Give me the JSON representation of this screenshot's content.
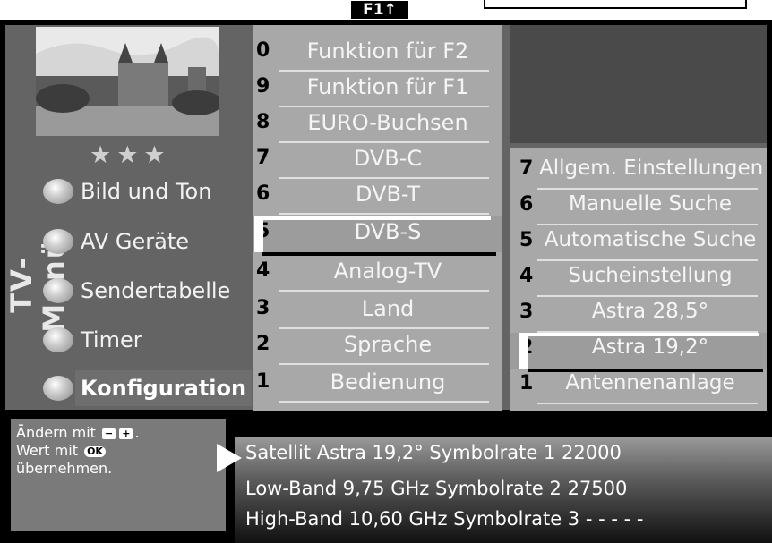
{
  "header": {
    "f1_label": "F1↑"
  },
  "thumbnail": {
    "stars": "★★★"
  },
  "side_menu": {
    "title": "TV-Menü",
    "items": [
      {
        "label": "Bild und Ton"
      },
      {
        "label": "AV Geräte"
      },
      {
        "label": "Sendertabelle"
      },
      {
        "label": "Timer"
      },
      {
        "label": "Konfiguration",
        "active": true
      }
    ]
  },
  "config_menu": {
    "items": [
      {
        "num": "0",
        "label": "Funktion für F2"
      },
      {
        "num": "9",
        "label": "Funktion für F1"
      },
      {
        "num": "8",
        "label": "EURO-Buchsen"
      },
      {
        "num": "7",
        "label": "DVB-C"
      },
      {
        "num": "6",
        "label": "DVB-T"
      },
      {
        "num": "5",
        "label": "DVB-S",
        "selected": true
      },
      {
        "num": "4",
        "label": "Analog-TV"
      },
      {
        "num": "3",
        "label": "Land"
      },
      {
        "num": "2",
        "label": "Sprache"
      },
      {
        "num": "1",
        "label": "Bedienung"
      }
    ]
  },
  "dvbs_menu": {
    "items": [
      {
        "num": "7",
        "label": "Allgem. Einstellungen"
      },
      {
        "num": "6",
        "label": "Manuelle Suche"
      },
      {
        "num": "5",
        "label": "Automatische Suche"
      },
      {
        "num": "4",
        "label": "Sucheinstellung"
      },
      {
        "num": "3",
        "label": "Astra 28,5°"
      },
      {
        "num": "2",
        "label": "Astra 19,2°",
        "selected": true
      },
      {
        "num": "1",
        "label": "Antennenanlage"
      }
    ]
  },
  "help": {
    "line1_prefix": "Ändern mit",
    "key_minus": "−",
    "key_plus": "+",
    "line1_suffix": ".",
    "line2_prefix": "Wert mit",
    "key_ok": "OK",
    "line3": "übernehmen."
  },
  "info": {
    "line1": "Satellit Astra 19,2° Symbolrate 1 22000",
    "line2": "Low-Band 9,75 GHz Symbolrate 2 27500",
    "line3": "High-Band 10,60 GHz Symbolrate 3 - - - - -"
  },
  "colors": {
    "panel_gray": "#a8a8a8",
    "frame_black": "#000000",
    "text_light": "#f5f5f5"
  }
}
